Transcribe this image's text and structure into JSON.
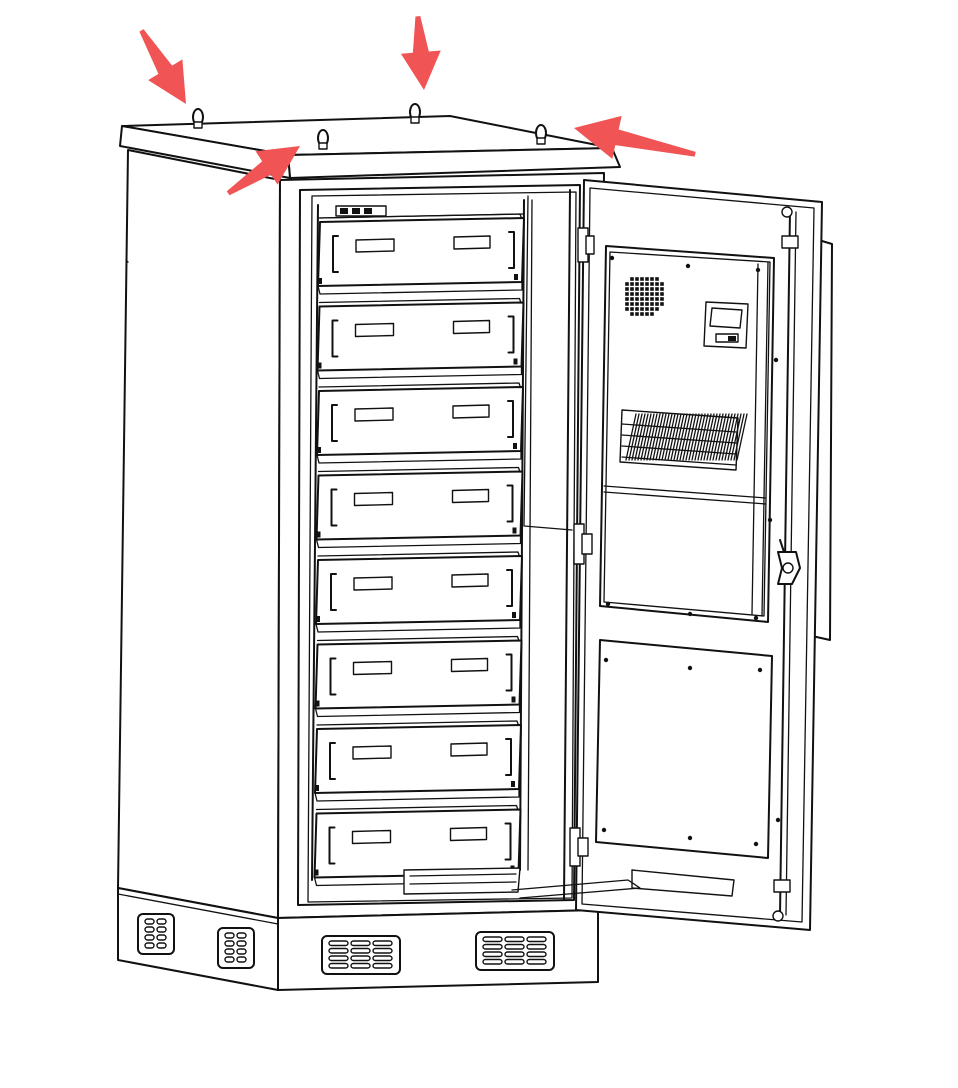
{
  "figure": {
    "subject": "outdoor-battery-cabinet",
    "arrow_color": "#f05454",
    "line_color": "#111111",
    "background": "#ffffff",
    "lifting_eye_count": 4,
    "battery_module_count": 8,
    "icons": [
      "lifting-eye-icon",
      "arrow-icon",
      "air-conditioner-icon",
      "vent-grille-icon",
      "door-handle-icon",
      "hinge-icon"
    ]
  }
}
